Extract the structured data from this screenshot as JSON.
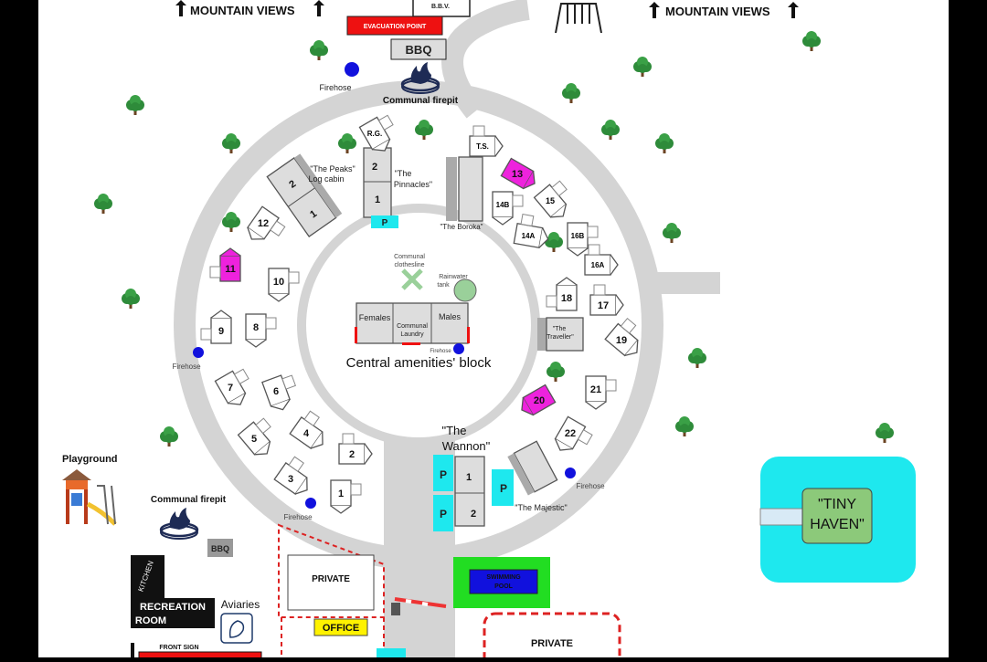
{
  "header": {
    "left": "MOUNTAIN VIEWS",
    "right": "MOUNTAIN VIEWS",
    "top_sign": "B.B.V."
  },
  "labels": {
    "evacuation": "EVACUATION POINT",
    "bbq": "BBQ",
    "firehose": "Firehose",
    "firepit": "Communal firepit",
    "playground": "Playground",
    "central": "Central amenities' block",
    "females": "Females",
    "males": "Males",
    "laundry_1": "Communal",
    "laundry_2": "Laundry",
    "clothesline_1": "Communal",
    "clothesline_2": "clothesline",
    "rainwater_1": "Rainwater",
    "rainwater_2": "tank",
    "peaks_1": "\"The Peaks\"",
    "peaks_2": "Log cabin",
    "pinnacles_1": "\"The",
    "pinnacles_2": "Pinnacles\"",
    "boroka": "\"The Boroka\"",
    "traveller_1": "\"The",
    "traveller_2": "Traveller\"",
    "wannon_1": "\"The",
    "wannon_2": "Wannon\"",
    "majestic": "\"The Majestic\"",
    "tiny_1": "\"TINY",
    "tiny_2": "HAVEN\"",
    "private": "PRIVATE",
    "office": "OFFICE",
    "swimming_1": "SWIMMING",
    "swimming_2": "POOL",
    "kitchen": "KITCHEN",
    "rec_1": "RECREATION",
    "rec_2": "ROOM",
    "aviaries": "Aviaries",
    "front_sign": "FRONT SIGN",
    "parking": "P",
    "rg": "R.G.",
    "ts": "T.S."
  },
  "sites": [
    "1",
    "2",
    "3",
    "4",
    "5",
    "6",
    "7",
    "8",
    "9",
    "10",
    "11",
    "12",
    "13",
    "14A",
    "14B",
    "15",
    "16A",
    "16B",
    "17",
    "18",
    "19",
    "20",
    "21",
    "22"
  ],
  "colors": {
    "road": "#d4d4d4",
    "parking": "#1ee8ee",
    "highlight_site": "#ee22dd",
    "tiny_haven": "#1ee8ee",
    "tiny_haven_inner": "#8cc97a",
    "evacuation": "#ee1111",
    "office": "#fff200",
    "pool_outer": "#22dd22",
    "pool_inner": "#1111dd",
    "private_border": "#dd2222",
    "tree_leaf": "#2e8b3a",
    "tree_trunk": "#6b4423",
    "firehose": "#1111dd"
  },
  "icons": [
    "arrow-up-icon",
    "swing-icon",
    "tree-icon",
    "fire-pit-icon",
    "playground-icon",
    "bird-icon",
    "barrier-gate-icon",
    "fire-hose-icon"
  ]
}
